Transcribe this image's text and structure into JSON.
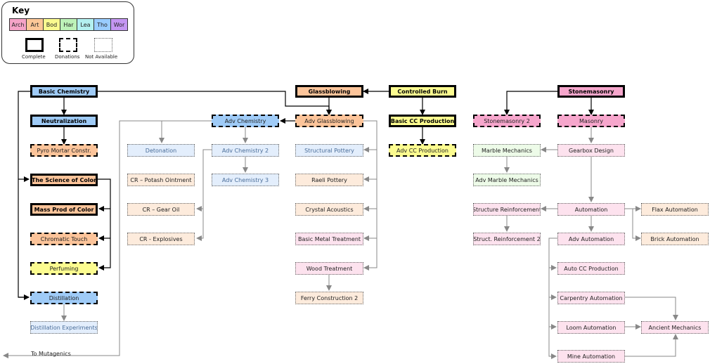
{
  "key": {
    "title": "Key",
    "categories": [
      {
        "label": "Arch",
        "color": "#f5a3c7"
      },
      {
        "label": "Art",
        "color": "#fcc797"
      },
      {
        "label": "Bod",
        "color": "#fafa8f"
      },
      {
        "label": "Har",
        "color": "#bdf2b8"
      },
      {
        "label": "Lea",
        "color": "#b3f0f0"
      },
      {
        "label": "Tho",
        "color": "#99ccff"
      },
      {
        "label": "Wor",
        "color": "#c496f2"
      }
    ],
    "statuses": {
      "complete": "Complete",
      "donations": "Donations",
      "not_available": "Not Available"
    }
  },
  "palette": {
    "tho": "#9fcbf7",
    "art": "#fcc49a",
    "bod": "#fcfc90",
    "arch": "#f6a6cc",
    "tho_light": "#e3eefc",
    "art_light": "#fdebdc",
    "arch_light": "#fde2ee",
    "har_light": "#edfbe8"
  },
  "nodes": {
    "basic_chemistry": "Basic Chemistry",
    "neutralization": "Neutralization",
    "pyro_mortar": "Pyro Mortar Constr.",
    "science_of_color": "The Science of Color",
    "mass_prod_color": "Mass Prod of Color",
    "chromatic_touch": "Chromatic Touch",
    "perfuming": "Perfuming",
    "distillation": "Distillation",
    "distillation_experiments": "Distillation Experiments",
    "adv_chemistry": "Adv Chemistry",
    "detonation": "Detonation",
    "adv_chemistry_2": "Adv Chemistry 2",
    "adv_chemistry_3": "Adv Chemistry 3",
    "cr_potash": "CR – Potash Ointment",
    "cr_gear_oil": "CR – Gear Oil",
    "cr_explosives": "CR - Explosives",
    "glassblowing": "Glassblowing",
    "adv_glassblowing": "Adv Glassblowing",
    "structural_pottery": "Structural Pottery",
    "raeli_pottery": "Raeli Pottery",
    "crystal_acoustics": "Crystal Acoustics",
    "basic_metal_treatment": "Basic Metal Treatment",
    "wood_treatment": "Wood Treatment",
    "ferry_construction_2": "Ferry Construction 2",
    "controlled_burn": "Controlled Burn",
    "basic_cc_production": "Basic CC Production",
    "adv_cc_production": "Adv CC Production",
    "stonemasonry": "Stonemasonry",
    "stonemasonry_2": "Stonemasonry 2",
    "masonry": "Masonry",
    "marble_mechanics": "Marble Mechanics",
    "adv_marble_mechanics": "Adv Marble Mechanics",
    "gearbox_design": "Gearbox Design",
    "structure_reinforcement": "Structure Reinforcement",
    "struct_reinforcement_2": "Struct. Reinforcement 2",
    "automation": "Automation",
    "flax_automation": "Flax Automation",
    "brick_automation": "Brick Automation",
    "adv_automation": "Adv Automation",
    "auto_cc_production": "Auto CC Production",
    "carpentry_automation": "Carpentry Automation",
    "loom_automation": "Loom Automation",
    "ancient_mechanics": "Ancient Mechanics",
    "mine_automation": "Mine Automation"
  },
  "footer": {
    "to_mutagenics": "To Mutagenics"
  }
}
